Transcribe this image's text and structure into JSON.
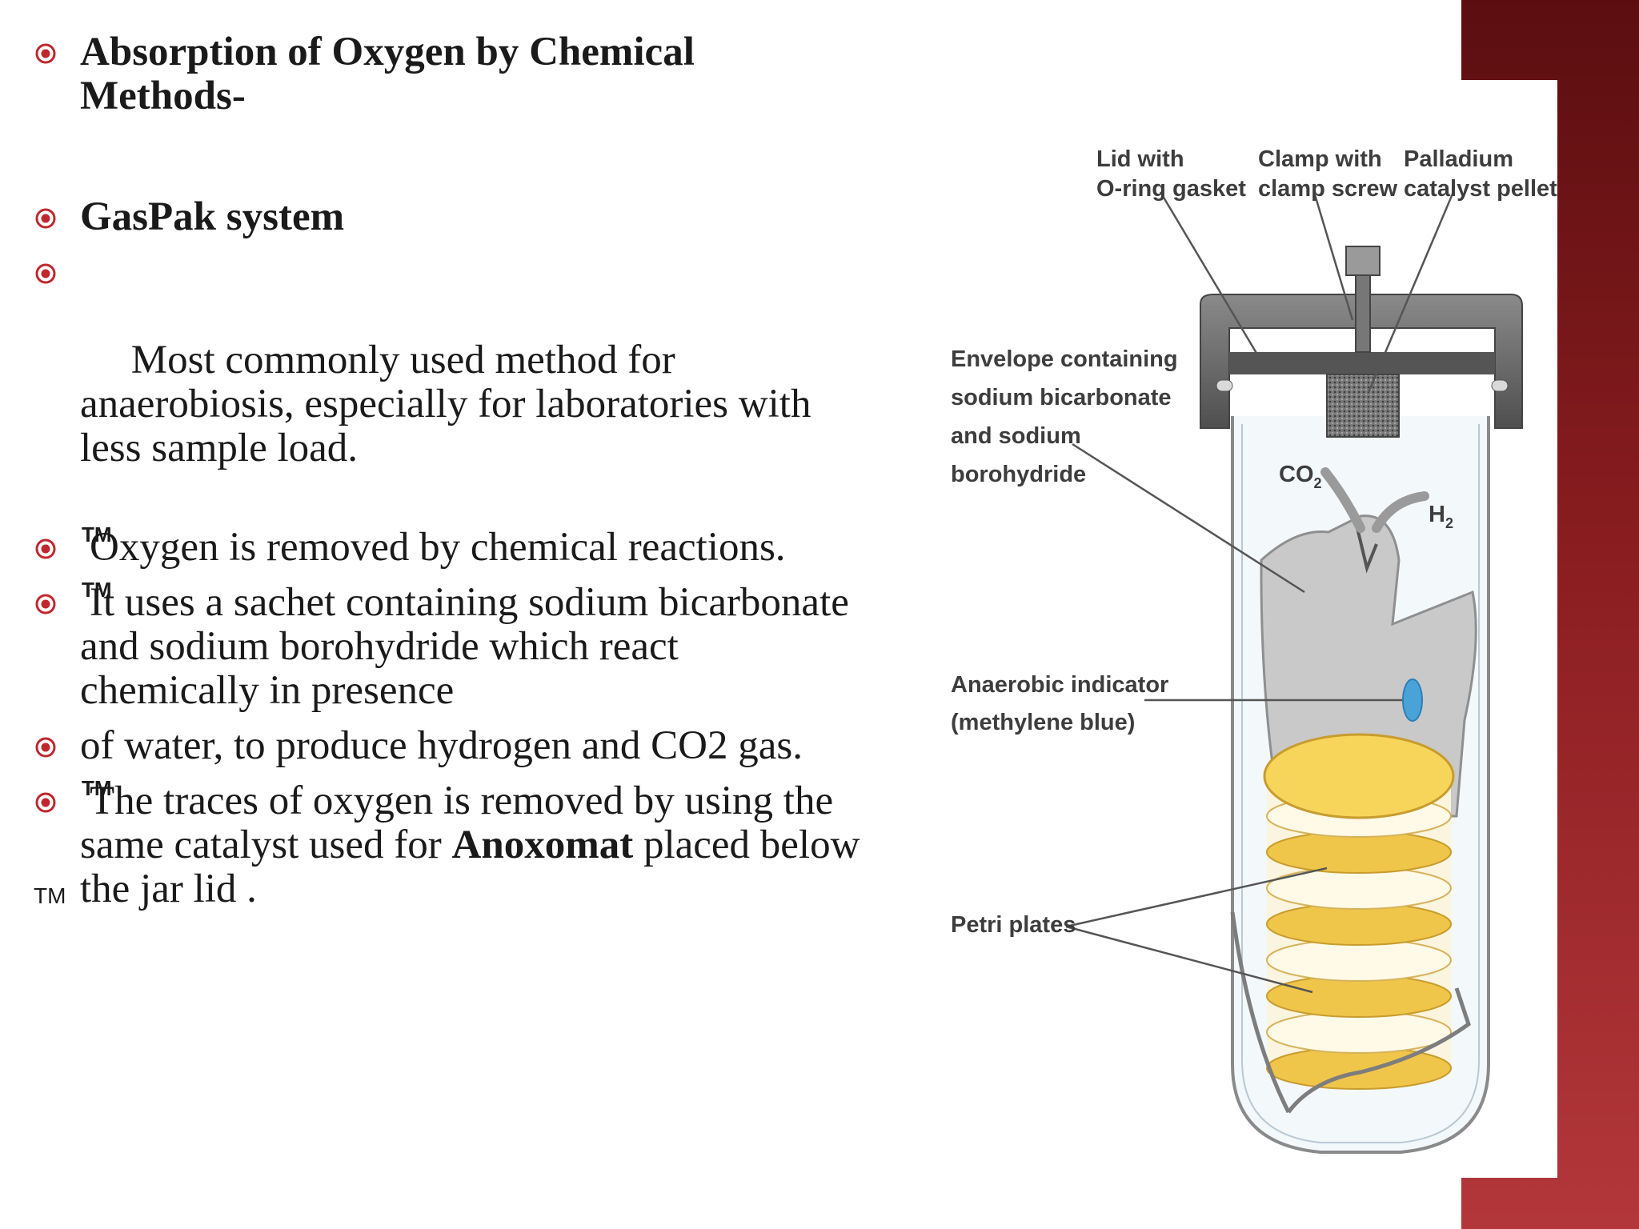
{
  "slide": {
    "colors": {
      "accent": "#b3373a",
      "accent_dark": "#5b0e10",
      "bullet_marker": "#c0272d",
      "text": "#1a1a1a"
    },
    "bullet_icon": "circled-dot-icon",
    "heading": "Absorption of Oxygen by Chemical Methods-",
    "bullets": [
      {
        "text": "GasPak system"
      },
      {
        "text": " Most commonly used method for anaerobiosis, especially for laboratories with less sample load."
      },
      {
        "tm": "TM",
        "text": "Oxygen is removed by chemical reactions."
      },
      {
        "tm": "TM",
        "text": "It uses a sachet containing sodium bicarbonate and sodium borohydride which react chemically in presence"
      },
      {
        "text": "of water, to produce hydrogen and CO2 gas."
      },
      {
        "tm": "TM",
        "text_before": "The traces of oxygen is removed by using the same catalyst used for ",
        "bold_text": "Anoxomat",
        "text_after": " placed below the jar lid ."
      }
    ],
    "footer_tm": "TM"
  },
  "figure": {
    "labels": {
      "lid_line1": "Lid with",
      "lid_line2": "O-ring gasket",
      "clamp_line1": "Clamp with",
      "clamp_line2": "clamp screw",
      "palladium_line1": "Palladium",
      "palladium_line2": "catalyst pellets",
      "envelope_line1": "Envelope containing",
      "envelope_line2": "sodium bicarbonate",
      "envelope_line3": "and sodium",
      "envelope_line4": "borohydride",
      "co2": "CO",
      "co2_sub": "2",
      "h2": "H",
      "h2_sub": "2",
      "indicator_line1": "Anaerobic indicator",
      "indicator_line2": "(methylene blue)",
      "petri": "Petri plates"
    },
    "colors": {
      "lid": "#666666",
      "sachet": "#c9c9c9",
      "plate_yellow": "#f0c64a",
      "plate_top": "#f7d55a",
      "indicator_blue": "#4aa3d8",
      "jar_outline": "#8a8a8a"
    }
  }
}
